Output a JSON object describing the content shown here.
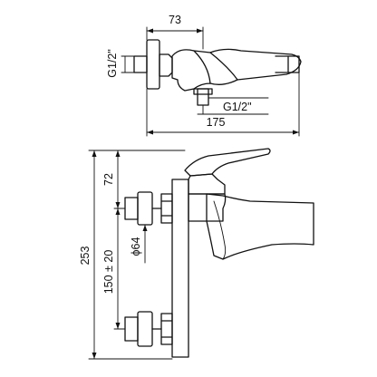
{
  "colors": {
    "line": "#111111",
    "background": "#ffffff"
  },
  "top_view": {
    "dim_width": "73",
    "dim_length": "175",
    "thread_inlet": "G1/2\"",
    "thread_outlet": "G1/2\""
  },
  "side_view": {
    "dim_total_height": "253",
    "dim_top": "72",
    "dim_centres": "150 ± 20",
    "dim_diameter": "ϕ64"
  }
}
